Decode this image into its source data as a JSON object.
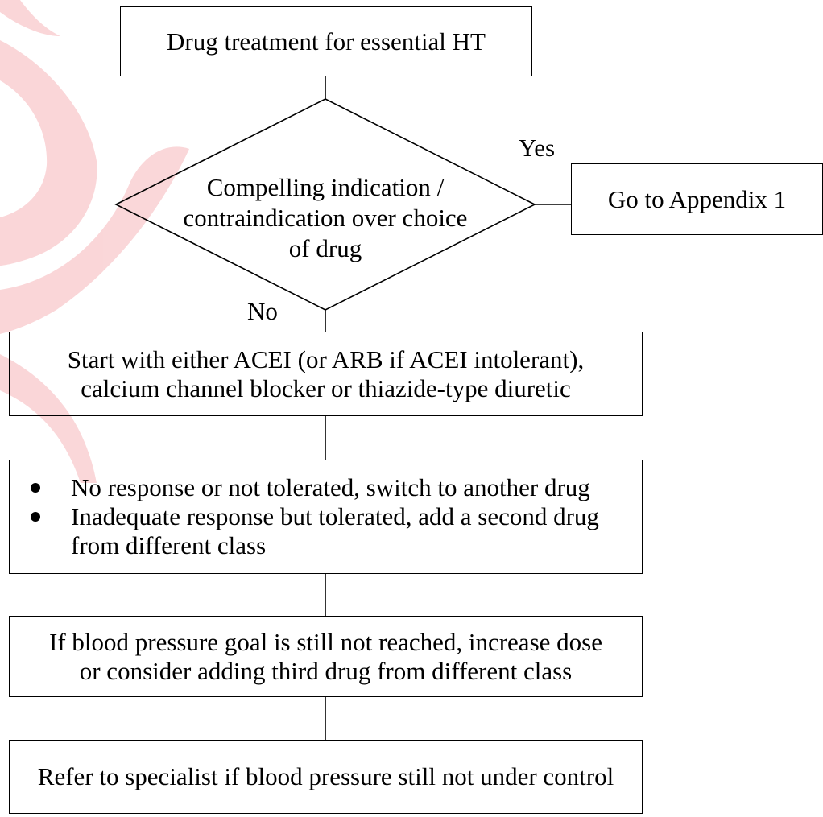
{
  "watermark": {
    "color": "#e30613"
  },
  "flowchart": {
    "start": "Drug treatment for essential HT",
    "decision": {
      "lines": [
        "Compelling indication /",
        "contraindication over choice",
        "of drug"
      ],
      "yes_label": "Yes",
      "no_label": "No"
    },
    "yes_target": "Go to Appendix 1",
    "step1": {
      "lines": [
        "Start with either ACEI (or ARB if ACEI intolerant),",
        "calcium channel blocker or thiazide-type diuretic"
      ]
    },
    "step2": {
      "bullets": [
        {
          "lines": [
            "No response or not tolerated, switch to another drug"
          ]
        },
        {
          "lines": [
            "Inadequate response but tolerated, add a second drug",
            "from different class"
          ]
        }
      ]
    },
    "step3": {
      "lines": [
        "If blood pressure goal is still not reached, increase dose",
        "or consider adding third drug from different class"
      ]
    },
    "step4": "Refer to specialist if blood pressure still not under control"
  }
}
